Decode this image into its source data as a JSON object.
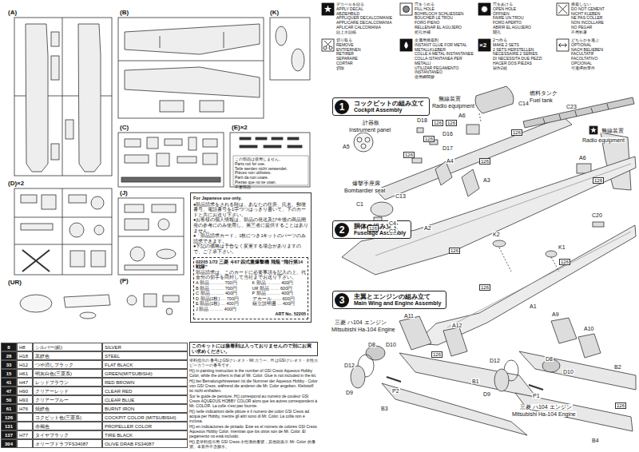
{
  "diagram": {
    "nodes": [
      {
        "text": [
          "For Japanese use only.",
          "●部品請求をされる時は、あなたの住所、氏名、郵便番号、電話番号を1字づつはっきり書いて、下のカードと共にお送り下さい。",
          "●お客様の個人情報は、部品の発送及び今後の商品開発の参考にのみ使用し、第三者に提供することはありません。",
          "●「部品請求カード」1枚につき1キットのパーツのみ請求できます。",
          "●下記の価格は予告なく変更する場合がありますので、ご了承下さい。"
        ]
      },
      {
        "text": [
          "02205 1/72 三菱 キ67 四式重爆撃機 飛龍 \"飛行第14戦隊\"",
          "部品請求は、このカードに必要事項を記入の上、代金分の切手を同封して当社までお送り下さい。",
          "A 部品 ……… 700円",
          "K 部品 ……… 400円",
          "B 部品 ……… 700円",
          "UR 部品 …… 600円",
          "C 部品 ……… 400円",
          "P 部品 ……… 400円",
          "D 部品(1枚) … 700円",
          "デカール …… 600円",
          "E 部品(1枚) … 400円",
          "組立説明書 … 400円",
          "J 部品 ……… 400円",
          "ART No. 52205"
        ],
        "in": 0
      },
      {
        "text": [
          "このキットには接着剤は入っておりませんので別にお買い求めください。"
        ]
      },
      {
        "text": [
          "コックピットの組み立て",
          "Cockpit Assembly"
        ]
      },
      {
        "text": [
          "1"
        ],
        "in": 3
      },
      {
        "text": [
          "胴体の組み立て",
          "Fuselage Assembly"
        ]
      },
      {
        "text": [
          "2"
        ],
        "in": 5
      },
      {
        "text": [
          "主翼とエンジンの組み立て",
          "Main Wing and Engine Assembly"
        ]
      },
      {
        "text": [
          "3"
        ],
        "in": 7
      }
    ],
    "labels": [
      "(A)",
      "(B)",
      "(K)",
      "(C)",
      "(E)×2",
      "(D)×2",
      "(J)",
      "(UR)",
      "(P)",
      "この部品は使用しません。",
      "Parts not for use.",
      "Teile werden nicht verwendet.",
      "Pièces non utilisées.",
      "Parti da non usare.",
      "Piezas que no se usan.",
      "不要部品",
      "8",
      "H8",
      "シルバー(銀)",
      "SILVER",
      "28",
      "H18",
      "黒鉄色",
      "STEEL",
      "33",
      "H12",
      "つや消しブラック",
      "FLAT BLACK",
      "15",
      "H61",
      "明灰白色(三菱系)",
      "GREEN(MITSUBISHI)",
      "41",
      "H47",
      "レッドブラウン",
      "RED BROWN",
      "47",
      "H90",
      "クリアーレッド",
      "CLEAR RED",
      "50",
      "H93",
      "クリアーブルー",
      "CLEAR BLUE",
      "61",
      "H76",
      "焼鉄色",
      "BURNT IRON",
      "126",
      "コクピット色(三菱系)",
      "COCKPIT COLOR (MITSUBISHI)",
      "131",
      "赤褐色",
      "PROPELLER COLOR",
      "137",
      "H77",
      "タイヤブラック",
      "TIRE BLACK",
      "304",
      "オリーブドラブFS34087",
      "OLIVE DRAB FS34087",
      "塗料指示の 番号はGSIクレオス・Mr.カラー、H はGSIクレオス・水性ホビーカラーの番号です。",
      "H() in painting instruction is the number of GSI Creos Aqueous Hobby Color, while the others is that of Mr. Color. Glue is not included in the kit.",
      "H() bei Bemalungshinweisen ist die Nummer der Aqueous Hobby - Color von GSI Creos, während die anderen die Mr. Color angeben. Klebstoff ist nicht enthalten.",
      "Sur le guide de peinture, H() correspond au numéro de couleur GSI Creos AQUEOUS HOBBY COLOR alors que les autres correspondent à Mr. COLOR. La colle n'est pas fournie.",
      "H() nelle indicazioni delle pitture è il numero dei colori GSI Creos ad acqua per Hobby, mentre gli altri sono di Mr. Color. La colla non è inclusa.",
      "H() en indicaciones de pintado. Este es el número de colores GSI Creos Aqueous Hobby Color, mientras que los otros son de Mr. Color. El pegamento no está incluido.",
      "H() 是塗料指示用 GSI Creos 水性漆的番號，其他則表示 Mr. Color 的番號。本套件不含膠水。",
      "デカールを貼る",
      "APPLY DECAL",
      "ABZIEHBILD",
      "APPLIQUER DECALCOMANIE",
      "APPLICARE DECALCOMANIA",
      "APLICAR CALCOMANIA",
      "貼上水貼紙",
      "穴をうめる",
      "FILL HOLE",
      "BOHRLOCH SCHLIESSEN",
      "BOUCHER LE TROU",
      "FORO PIENO",
      "RELLENAR EL AGUJERO",
      "把孔填補",
      "穴をあける",
      "OPEN HOLE",
      "ÖFFNEN",
      "FAIRE UN TROU",
      "FORO APERTO",
      "ABRIR EL AGUJERO",
      "開孔",
      "接着しない",
      "DO NOT CEMENT",
      "NICHT KLEBEN",
      "NE PAS COLLER",
      "NON INCOLLARE",
      "NO PEGAR",
      "不用粘著",
      "切り取る",
      "REMOVE",
      "ENTFERNEN",
      "RETIRER",
      "SEPARARE",
      "CORTAR",
      "切除",
      "金属用接着剤",
      "INSTANT GLUE FOR METAL",
      "METALLKLEBER",
      "COLLE A METAL INSTANTANEE",
      "COLLA ISTANTANEA PER METALLI",
      "UTILIZAR PEGAMENTO INSTANTANEO",
      "使用瞬間膠",
      "×2",
      "2つ作る",
      "MAKE 2 SETS",
      "2 SETS HERSTELLEN",
      "NECESSAIRE 2 SERIES",
      "DI NECESSITA DUE PEZZI",
      "HACER DOS PIEZAS",
      "製作2組",
      "どちらかを選ぶ",
      "OPTIONAL",
      "NACH BELIEBEN",
      "FACULTATIF",
      "FACOLTATIVO",
      "OPCIONAL",
      "可選擇的零件",
      "C14",
      "燃料タンク",
      "Fuel tank",
      "無線装置",
      "Radio equipment",
      "A6",
      "D18",
      "126",
      "126",
      "計器板",
      "Instrument panel",
      "A5",
      "D16",
      "126",
      "D17",
      "126",
      "爆撃手座席",
      "Bombardier seat",
      "C1",
      "126",
      "C13",
      "C4",
      "C3",
      "A4",
      "126",
      "A3",
      "C23",
      "126",
      "無線装置",
      "Radio equipment",
      "A6",
      "126",
      "A2",
      "126",
      "K2",
      "C20",
      "K1",
      "126",
      "A1",
      "126",
      "A11",
      "A12",
      "三菱 ハ104 エンジン",
      "Mitsubishi Ha-104 Engine",
      "D8",
      "D10",
      "D12",
      "D9",
      "P2",
      "B3",
      "126",
      "A9",
      "A10",
      "D8",
      "D10",
      "D12",
      "D9",
      "P1",
      "B2",
      "B4",
      "三菱 ハ104 エンジン",
      "Mitsubishi Ha-104 Engine",
      "126",
      "B1"
    ]
  }
}
